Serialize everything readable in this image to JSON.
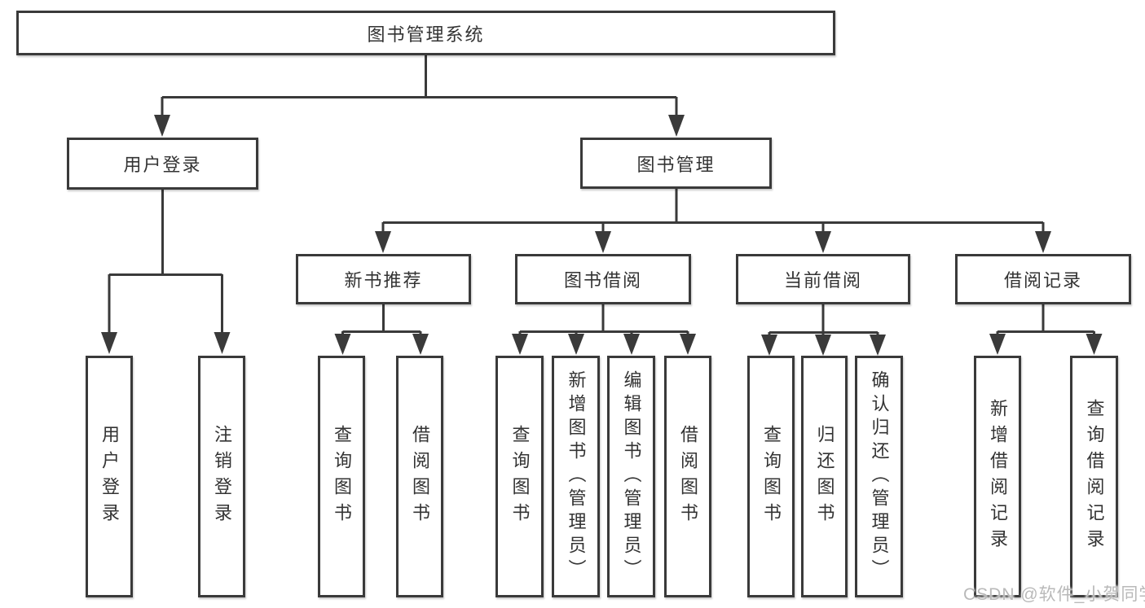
{
  "diagram": {
    "root": {
      "label": "图书管理系统"
    },
    "branches": [
      {
        "label": "用户登录",
        "children": [
          {
            "label": "用户登录"
          },
          {
            "label": "注销登录"
          }
        ]
      },
      {
        "label": "图书管理",
        "children": [
          {
            "label": "新书推荐",
            "children": [
              {
                "label": "查询图书"
              },
              {
                "label": "借阅图书"
              }
            ]
          },
          {
            "label": "图书借阅",
            "children": [
              {
                "label": "查询图书"
              },
              {
                "label": "新增图书（管理员）"
              },
              {
                "label": "编辑图书（管理员）"
              },
              {
                "label": "借阅图书"
              }
            ]
          },
          {
            "label": "当前借阅",
            "children": [
              {
                "label": "查询图书"
              },
              {
                "label": "归还图书"
              },
              {
                "label": "确认归还（管理员）"
              }
            ]
          },
          {
            "label": "借阅记录",
            "children": [
              {
                "label": "新增借阅记录"
              },
              {
                "label": "查询借阅记录"
              }
            ]
          }
        ]
      }
    ]
  },
  "watermark": {
    "text": "CSDN @软件_小贺同学"
  },
  "colors": {
    "line": "#3a3a3a",
    "box_border": "#3a3a3a",
    "box_fill": "#ffffff",
    "text": "#333333",
    "background": "#ffffff",
    "watermark": "#b9b9b9"
  }
}
